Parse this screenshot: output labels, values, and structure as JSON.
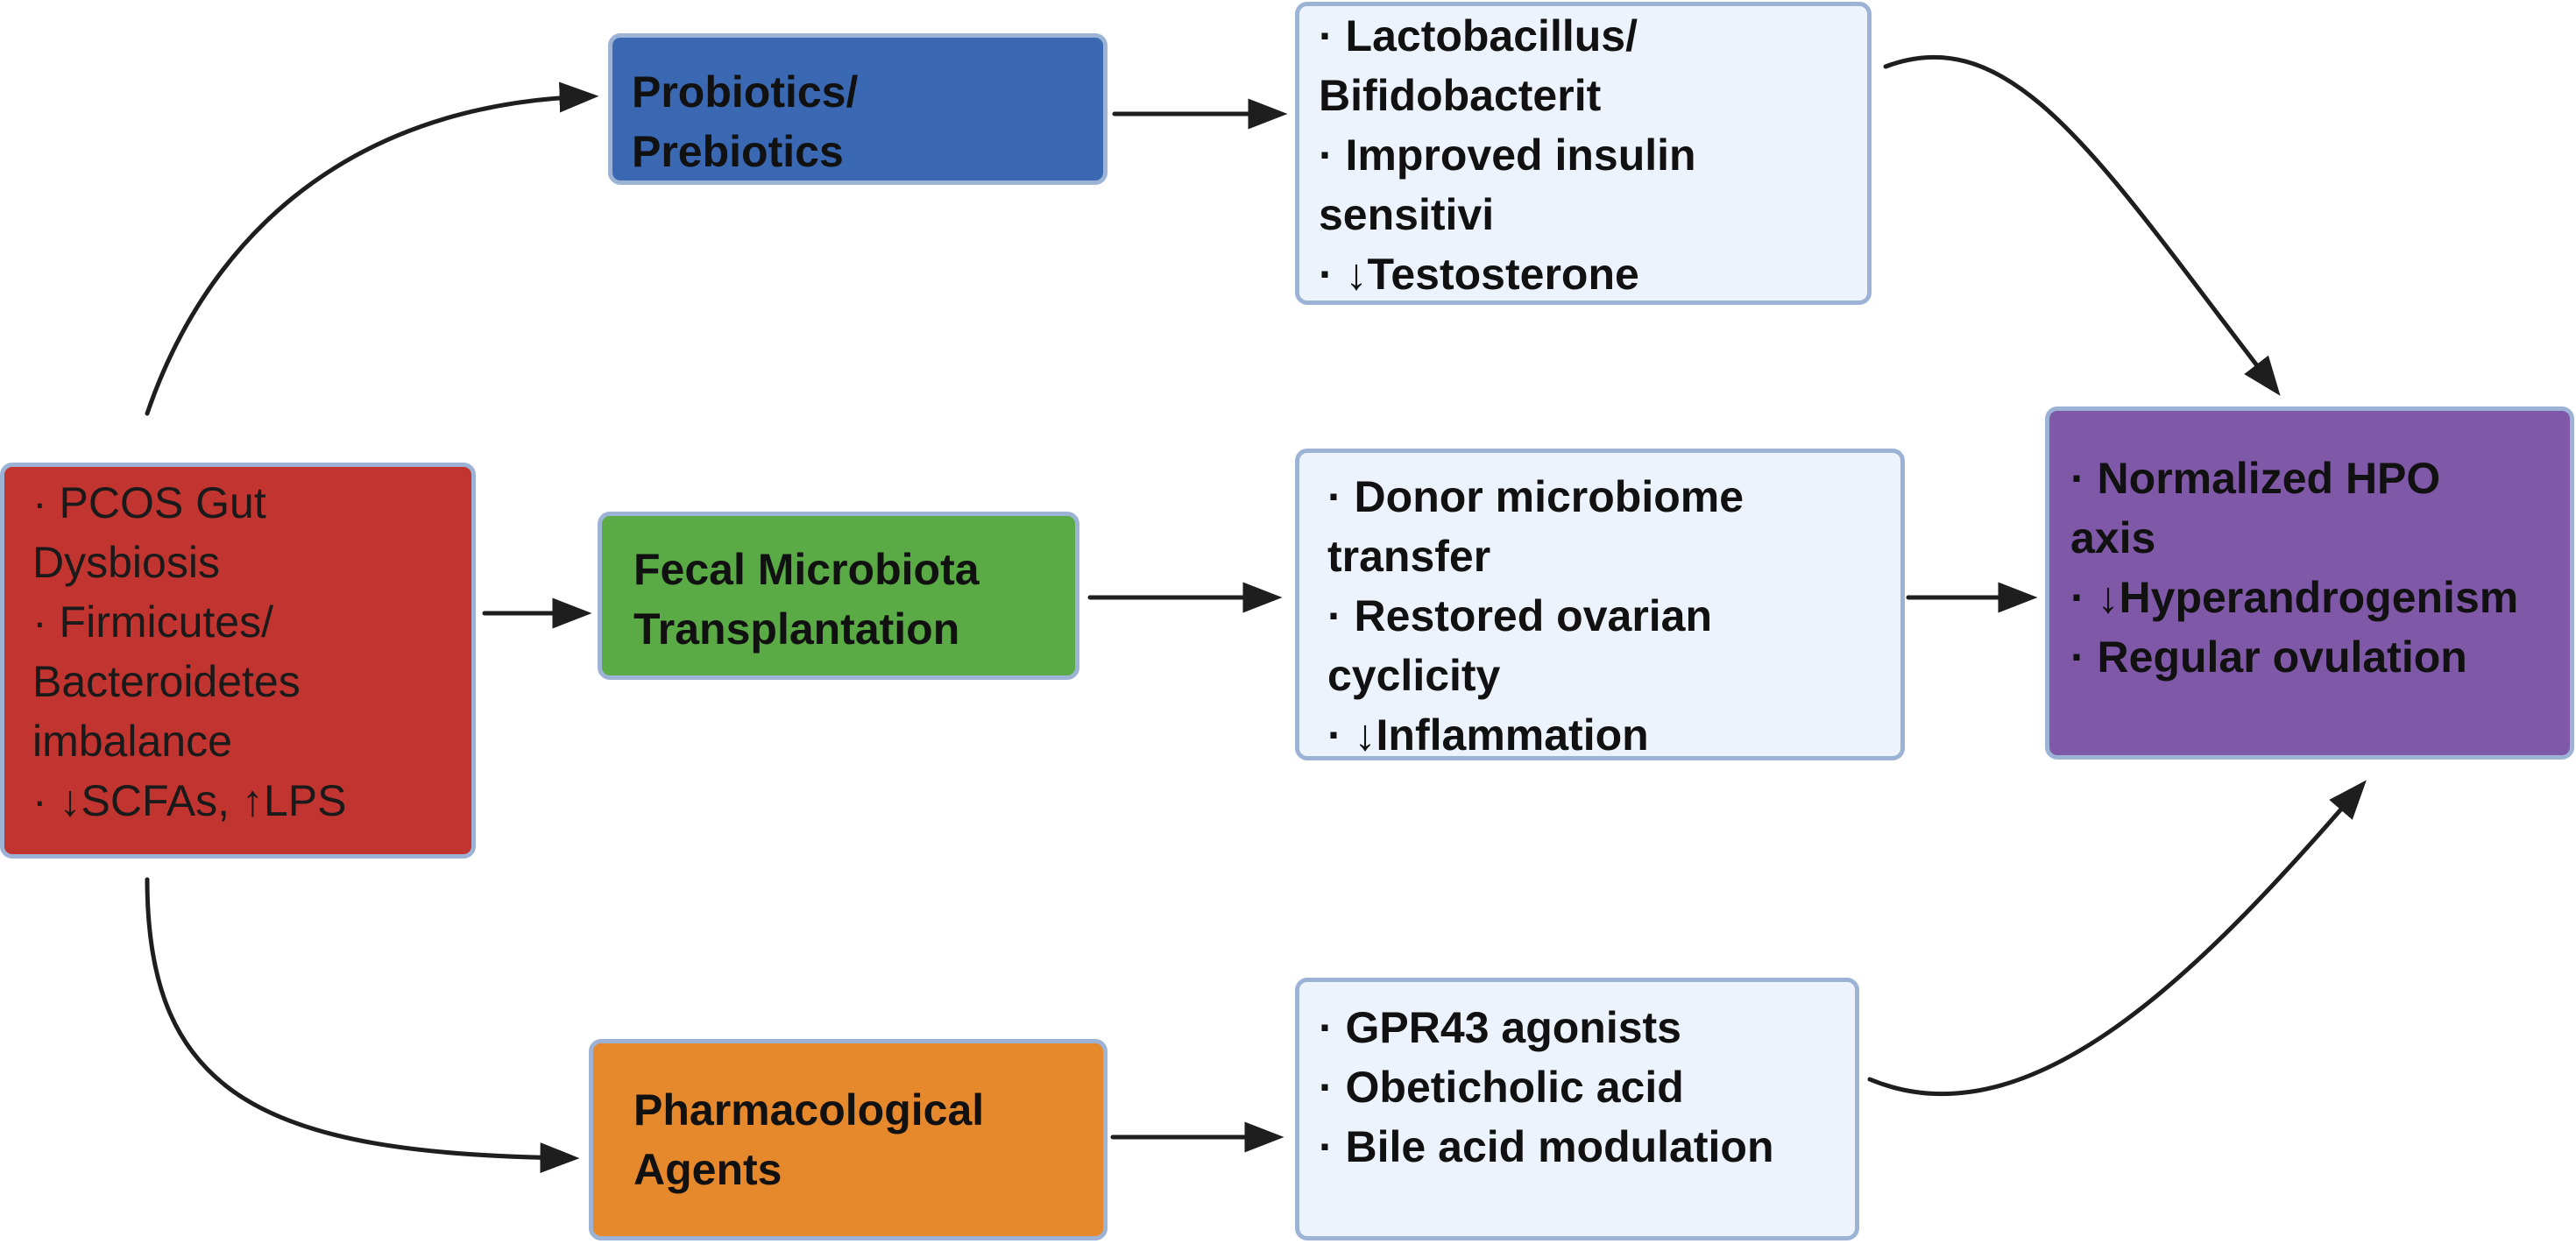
{
  "colors": {
    "source_fill": "#c1342f",
    "probiotics_fill": "#3a68b2",
    "fmt_fill": "#5aab45",
    "pharma_fill": "#e6892c",
    "effect_fill": "#edf3fc",
    "outcome_fill": "#7f58a8",
    "border": "#9db3d6",
    "arrow": "#1e1e1e"
  },
  "nodes": {
    "source": {
      "lines": [
        "· PCOS Gut",
        "Dysbiosis",
        "· Firmicutes/",
        "Bacteroidetes",
        "imbalance",
        "· ↓SCFAs, ↑LPS"
      ]
    },
    "probiotics": {
      "lines": [
        " Probiotics/",
        "Prebiotics"
      ]
    },
    "fmt": {
      "lines": [
        "Fecal Microbiota",
        "Transplantation"
      ]
    },
    "pharma": {
      "lines": [
        "Pharmacological",
        "Agents"
      ]
    },
    "effect_probiotics": {
      "lines": [
        "· Lactobacillus/",
        "Bifidobacterit",
        "· Improved insulin",
        "sensitivi",
        "· ↓Testosterone"
      ]
    },
    "effect_fmt": {
      "lines": [
        "· Donor microbiome",
        "transfer",
        "· Restored ovarian",
        "cyclicity",
        "· ↓Inflammation"
      ]
    },
    "effect_pharma": {
      "lines": [
        "· GPR43 agonists",
        "· Obeticholic acid",
        "· Bile acid modulation"
      ]
    },
    "outcome": {
      "lines": [
        "· Normalized HPO",
        "axis",
        "· ↓Hyperandrogenism",
        "· Regular ovulation"
      ]
    }
  }
}
